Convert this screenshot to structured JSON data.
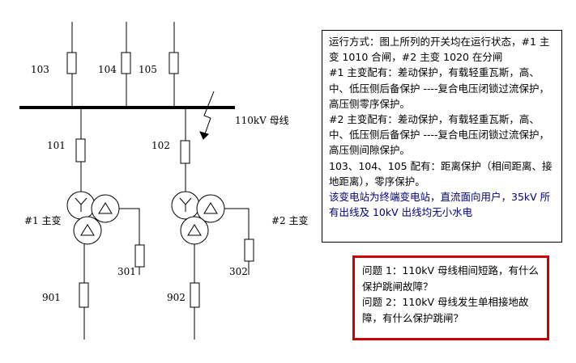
{
  "diagram": {
    "feeders": [
      "103",
      "104",
      "105"
    ],
    "bus_label": "110kV 母线",
    "breakers_110kv": [
      "101",
      "102"
    ],
    "transformer_labels": [
      "#1 主变",
      "#2 主变"
    ],
    "breakers_35kv": [
      "301",
      "302"
    ],
    "breakers_10kv": [
      "901",
      "902"
    ]
  },
  "info_box": {
    "lines": [
      "运行方式：图上所列的开关均在运行状态，#1 主变 1010 合闸，#2 主变 1020 在分闸",
      "#1 主变配有：差动保护，有载轻重瓦斯，高、中、低压侧后备保护 ----复合电压闭锁过流保护，高压侧零序保护。",
      "#2 主变配有：差动保护，有载轻重瓦斯，高、中、低压侧后备保护 ----复合电压闭锁过流保护，高压侧间隙保护。",
      "103、104、105 配有：距离保护（相间距离、接地距离），零序保护。"
    ],
    "highlight": "该变电站为终端变电站，直流面向用户，35kV 所有出线及 10kV 出线均无小水电"
  },
  "question_box": {
    "q1": "问题 1：110kV 母线相间短路，有什么保护跳闸故障？",
    "q2": "问题 2：110kV 母线发生单相接地故障，有什么保护跳闸？"
  },
  "colors": {
    "line": "#000000",
    "question_border": "#cc0000",
    "highlight_text": "#000080"
  }
}
